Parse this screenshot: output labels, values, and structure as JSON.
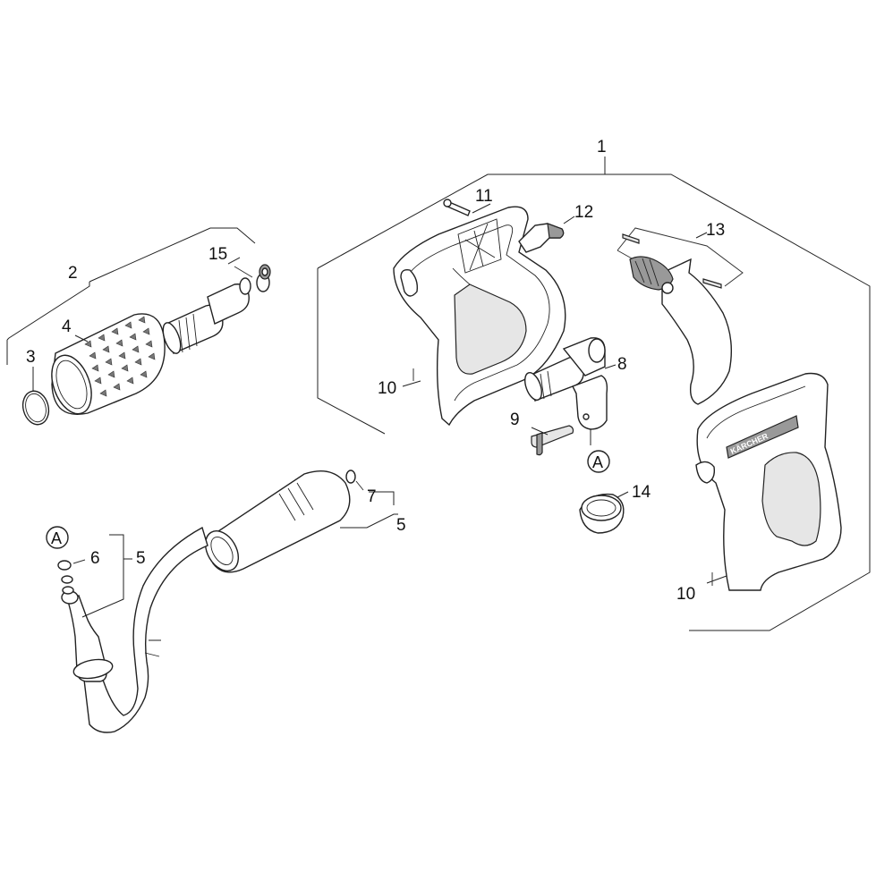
{
  "callouts": [
    {
      "id": "c1",
      "label": "1"
    },
    {
      "id": "c2",
      "label": "2"
    },
    {
      "id": "c3",
      "label": "3"
    },
    {
      "id": "c4",
      "label": "4"
    },
    {
      "id": "c5a",
      "label": "5"
    },
    {
      "id": "c5b",
      "label": "5"
    },
    {
      "id": "c6",
      "label": "6"
    },
    {
      "id": "c7",
      "label": "7"
    },
    {
      "id": "c8",
      "label": "8"
    },
    {
      "id": "c9",
      "label": "9"
    },
    {
      "id": "c10a",
      "label": "10"
    },
    {
      "id": "c10b",
      "label": "10"
    },
    {
      "id": "c11",
      "label": "11"
    },
    {
      "id": "c12",
      "label": "12"
    },
    {
      "id": "c13",
      "label": "13"
    },
    {
      "id": "c14",
      "label": "14"
    },
    {
      "id": "c15",
      "label": "15"
    }
  ],
  "markers": [
    {
      "id": "mA1",
      "label": "A"
    },
    {
      "id": "mA2",
      "label": "A"
    }
  ],
  "brand_lettering": "KÄRCHER"
}
